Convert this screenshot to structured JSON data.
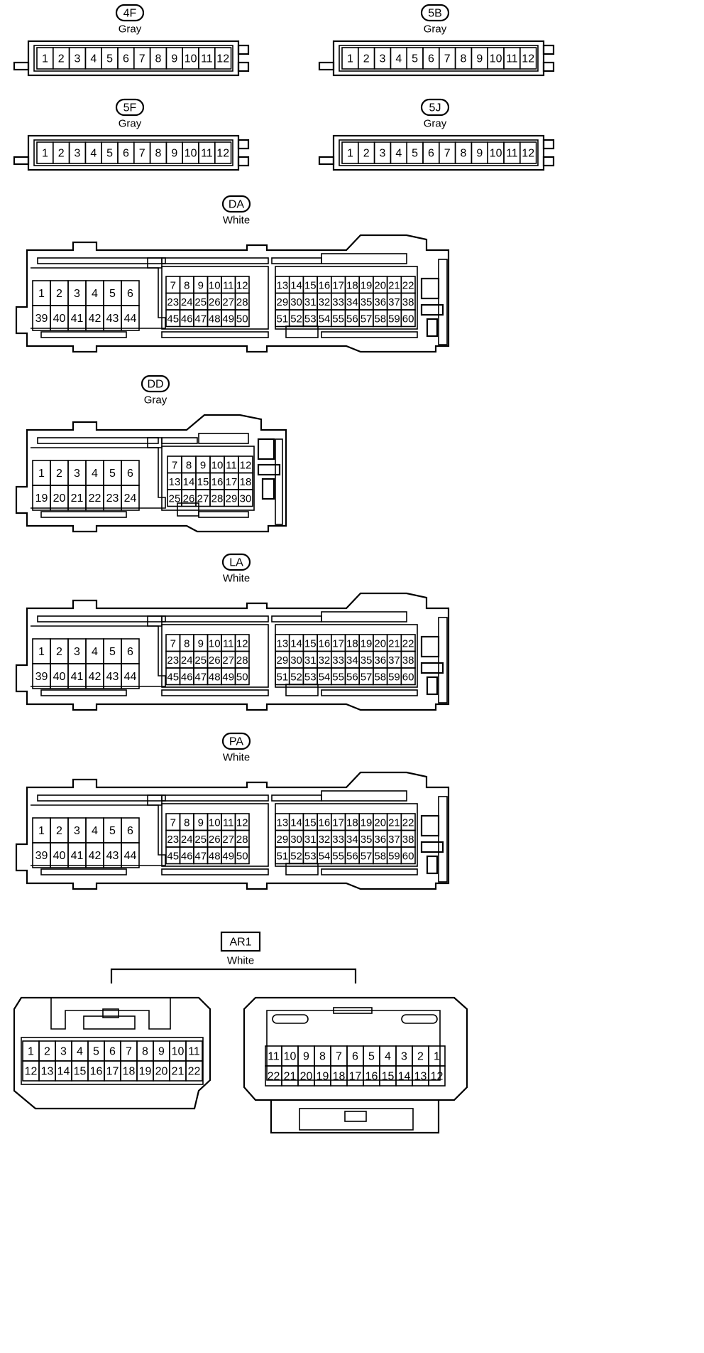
{
  "connectors": {
    "c4F": {
      "code": "4F",
      "color": "Gray",
      "pins": [
        "1",
        "2",
        "3",
        "4",
        "5",
        "6",
        "7",
        "8",
        "9",
        "10",
        "11",
        "12"
      ]
    },
    "c5B": {
      "code": "5B",
      "color": "Gray",
      "pins": [
        "1",
        "2",
        "3",
        "4",
        "5",
        "6",
        "7",
        "8",
        "9",
        "10",
        "11",
        "12"
      ]
    },
    "c5F": {
      "code": "5F",
      "color": "Gray",
      "pins": [
        "1",
        "2",
        "3",
        "4",
        "5",
        "6",
        "7",
        "8",
        "9",
        "10",
        "11",
        "12"
      ]
    },
    "c5J": {
      "code": "5J",
      "color": "Gray",
      "pins": [
        "1",
        "2",
        "3",
        "4",
        "5",
        "6",
        "7",
        "8",
        "9",
        "10",
        "11",
        "12"
      ]
    },
    "cDA": {
      "code": "DA",
      "color": "White",
      "left": [
        [
          "1",
          "2",
          "3",
          "4",
          "5",
          "6"
        ],
        [
          "39",
          "40",
          "41",
          "42",
          "43",
          "44"
        ]
      ],
      "mid": [
        [
          "7",
          "8",
          "9",
          "10",
          "11",
          "12"
        ],
        [
          "23",
          "24",
          "25",
          "26",
          "27",
          "28"
        ],
        [
          "45",
          "46",
          "47",
          "48",
          "49",
          "50"
        ]
      ],
      "right": [
        [
          "13",
          "14",
          "15",
          "16",
          "17",
          "18",
          "19",
          "20",
          "21",
          "22"
        ],
        [
          "29",
          "30",
          "31",
          "32",
          "33",
          "34",
          "35",
          "36",
          "37",
          "38"
        ],
        [
          "51",
          "52",
          "53",
          "54",
          "55",
          "56",
          "57",
          "58",
          "59",
          "60"
        ]
      ]
    },
    "cDD": {
      "code": "DD",
      "color": "Gray",
      "left": [
        [
          "1",
          "2",
          "3",
          "4",
          "5",
          "6"
        ],
        [
          "19",
          "20",
          "21",
          "22",
          "23",
          "24"
        ]
      ],
      "mid": [
        [
          "7",
          "8",
          "9",
          "10",
          "11",
          "12"
        ],
        [
          "13",
          "14",
          "15",
          "16",
          "17",
          "18"
        ],
        [
          "25",
          "26",
          "27",
          "28",
          "29",
          "30"
        ]
      ]
    },
    "cLA": {
      "code": "LA",
      "color": "White",
      "left": [
        [
          "1",
          "2",
          "3",
          "4",
          "5",
          "6"
        ],
        [
          "39",
          "40",
          "41",
          "42",
          "43",
          "44"
        ]
      ],
      "mid": [
        [
          "7",
          "8",
          "9",
          "10",
          "11",
          "12"
        ],
        [
          "23",
          "24",
          "25",
          "26",
          "27",
          "28"
        ],
        [
          "45",
          "46",
          "47",
          "48",
          "49",
          "50"
        ]
      ],
      "right": [
        [
          "13",
          "14",
          "15",
          "16",
          "17",
          "18",
          "19",
          "20",
          "21",
          "22"
        ],
        [
          "29",
          "30",
          "31",
          "32",
          "33",
          "34",
          "35",
          "36",
          "37",
          "38"
        ],
        [
          "51",
          "52",
          "53",
          "54",
          "55",
          "56",
          "57",
          "58",
          "59",
          "60"
        ]
      ]
    },
    "cPA": {
      "code": "PA",
      "color": "White",
      "left": [
        [
          "1",
          "2",
          "3",
          "4",
          "5",
          "6"
        ],
        [
          "39",
          "40",
          "41",
          "42",
          "43",
          "44"
        ]
      ],
      "mid": [
        [
          "7",
          "8",
          "9",
          "10",
          "11",
          "12"
        ],
        [
          "23",
          "24",
          "25",
          "26",
          "27",
          "28"
        ],
        [
          "45",
          "46",
          "47",
          "48",
          "49",
          "50"
        ]
      ],
      "right": [
        [
          "13",
          "14",
          "15",
          "16",
          "17",
          "18",
          "19",
          "20",
          "21",
          "22"
        ],
        [
          "29",
          "30",
          "31",
          "32",
          "33",
          "34",
          "35",
          "36",
          "37",
          "38"
        ],
        [
          "51",
          "52",
          "53",
          "54",
          "55",
          "56",
          "57",
          "58",
          "59",
          "60"
        ]
      ]
    },
    "cAR1": {
      "code": "AR1",
      "color": "White",
      "left": [
        [
          "1",
          "2",
          "3",
          "4",
          "5",
          "6",
          "7",
          "8",
          "9",
          "10",
          "11"
        ],
        [
          "12",
          "13",
          "14",
          "15",
          "16",
          "17",
          "18",
          "19",
          "20",
          "21",
          "22"
        ]
      ],
      "right": [
        [
          "11",
          "10",
          "9",
          "8",
          "7",
          "6",
          "5",
          "4",
          "3",
          "2",
          "1"
        ],
        [
          "22",
          "21",
          "20",
          "19",
          "18",
          "17",
          "16",
          "15",
          "14",
          "13",
          "12"
        ]
      ]
    }
  }
}
